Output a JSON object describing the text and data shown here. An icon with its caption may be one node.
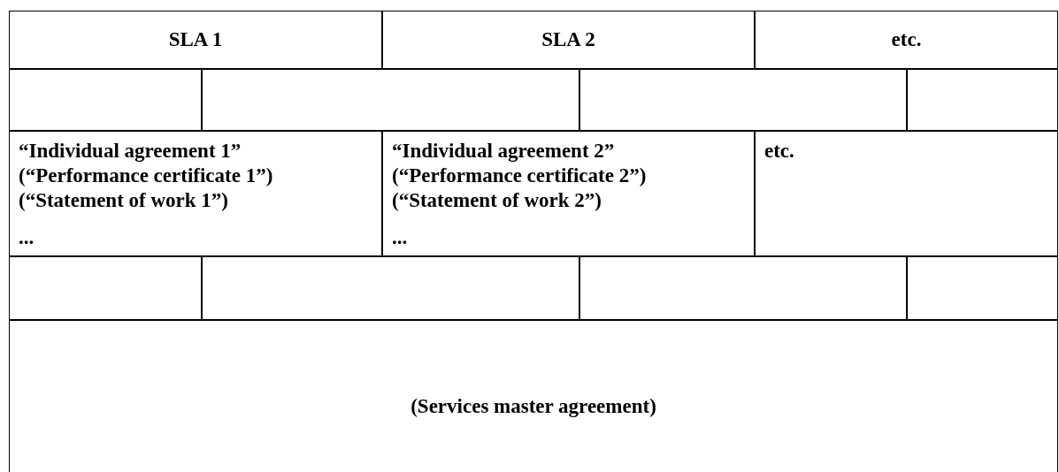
{
  "diagram": {
    "nodes": [
      {
        "text": [
          "SLA 1"
        ]
      },
      {
        "text": [
          "SLA 2"
        ]
      },
      {
        "text": [
          "etc."
        ]
      },
      {
        "text": [],
        "shape": "box"
      },
      {
        "text": [],
        "shape": "box"
      },
      {
        "text": [],
        "shape": "box"
      },
      {
        "text": [],
        "shape": "box"
      },
      {
        "text": [
          "“Individual agreement 1”",
          "(“Performance certificate 1”)",
          "(“Statement of work 1”)",
          "..."
        ]
      },
      {
        "text": [
          "“Individual agreement 2”",
          "(“Performance certificate 2”)",
          "(“Statement of work 2”)",
          "..."
        ]
      },
      {
        "text": [
          "etc."
        ]
      },
      {
        "text": [],
        "shape": "box"
      },
      {
        "text": [],
        "shape": "box"
      },
      {
        "text": [],
        "shape": "box"
      },
      {
        "text": [],
        "shape": "box"
      },
      {
        "text": [
          "(Services master agreement)"
        ]
      }
    ]
  }
}
